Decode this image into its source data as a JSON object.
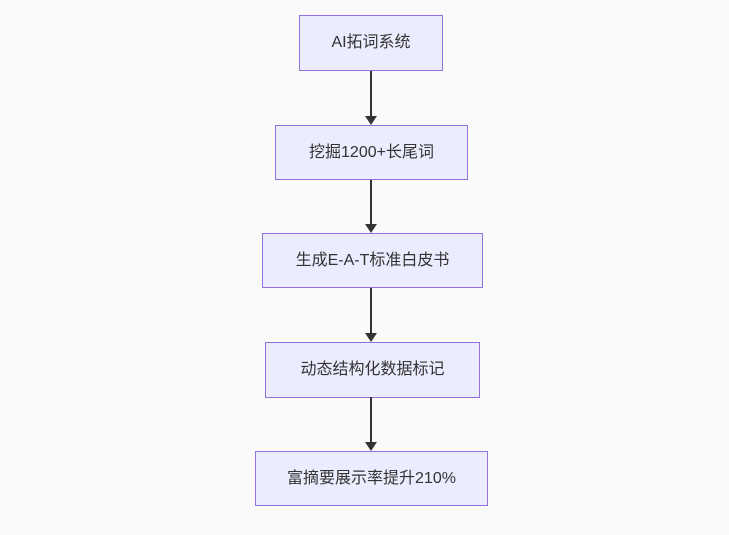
{
  "flowchart": {
    "type": "flowchart",
    "direction": "top-to-bottom",
    "nodes": [
      {
        "label": "AI拓词系统"
      },
      {
        "label": "挖掘1200+长尾词"
      },
      {
        "label": "生成E-A-T标准白皮书"
      },
      {
        "label": "动态结构化数据标记"
      },
      {
        "label": "富摘要展示率提升210%"
      }
    ],
    "edges": [
      {
        "from": 0,
        "to": 1,
        "style": "arrow"
      },
      {
        "from": 1,
        "to": 2,
        "style": "arrow"
      },
      {
        "from": 2,
        "to": 3,
        "style": "arrow"
      },
      {
        "from": 3,
        "to": 4,
        "style": "arrow"
      }
    ],
    "colors": {
      "background": "#fafafa",
      "node_fill": "#ececff",
      "node_border": "#9370db",
      "edge": "#333333",
      "text": "#333333"
    }
  }
}
